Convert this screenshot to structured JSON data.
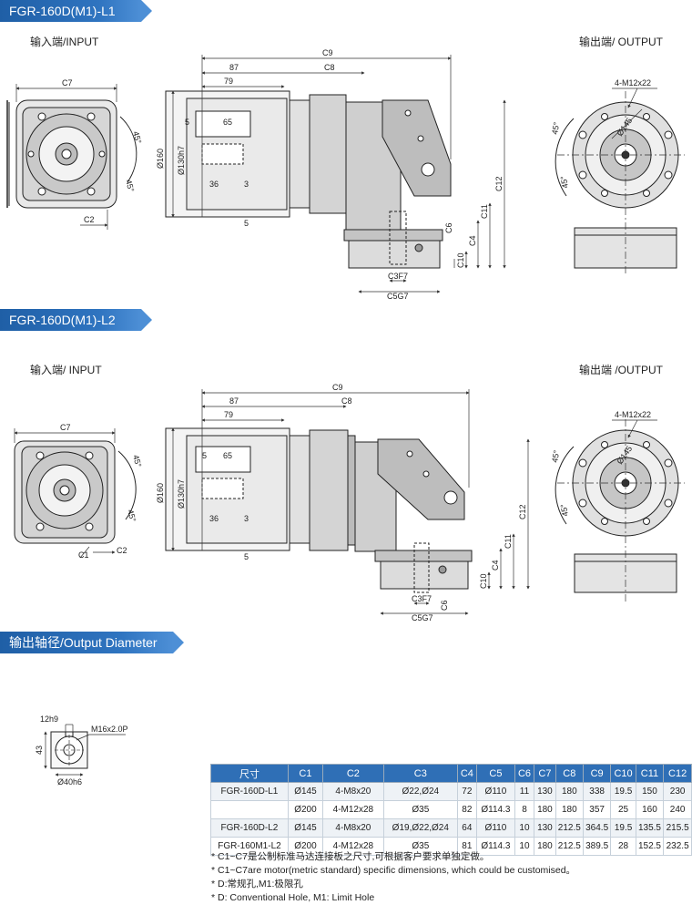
{
  "sections": {
    "l1_title": "FGR-160D(M1)-L1",
    "l2_title": "FGR-160D(M1)-L2",
    "output_diameter_title": "输出轴径/Output Diameter"
  },
  "l1": {
    "input_label": "输入端/INPUT",
    "output_label": "输出端/ OUTPUT"
  },
  "l2": {
    "input_label": "输入端/ INPUT",
    "output_label": "输出端 /OUTPUT"
  },
  "dims": {
    "c1": "C1",
    "c2": "C2",
    "c3": "C3",
    "c3f7": "C3F7",
    "c4": "C4",
    "c5g7": "C5G7",
    "c6": "C6",
    "c7": "C7",
    "c8": "C8",
    "c9": "C9",
    "c10": "C10",
    "c11": "C11",
    "c12": "C12",
    "d87": "87",
    "d79": "79",
    "d65": "65",
    "d5": "5",
    "d36": "36",
    "d3": "3",
    "d160": "Ø160",
    "d130": "Ø130h7",
    "deg45": "45°",
    "m12": "4-M12x22",
    "d145": "Ø145"
  },
  "shaft": {
    "key": "12h9",
    "thread": "M16x2.0P",
    "height": "43",
    "diameter": "Ø40h6"
  },
  "table": {
    "headers": [
      "尺寸",
      "C1",
      "C2",
      "C3",
      "C4",
      "C5",
      "C6",
      "C7",
      "C8",
      "C9",
      "C10",
      "C11",
      "C12"
    ],
    "rows": [
      [
        "FGR-160D-L1",
        "Ø145",
        "4-M8x20",
        "Ø22,Ø24",
        "72",
        "Ø110",
        "11",
        "130",
        "180",
        "338",
        "19.5",
        "150",
        "230"
      ],
      [
        "",
        "Ø200",
        "4-M12x28",
        "Ø35",
        "82",
        "Ø114.3",
        "8",
        "180",
        "180",
        "357",
        "25",
        "160",
        "240"
      ],
      [
        "FGR-160D-L2",
        "Ø145",
        "4-M8x20",
        "Ø19,Ø22,Ø24",
        "64",
        "Ø110",
        "10",
        "130",
        "212.5",
        "364.5",
        "19.5",
        "135.5",
        "215.5"
      ],
      [
        "FGR-160M1-L2",
        "Ø200",
        "4-M12x28",
        "Ø35",
        "81",
        "Ø114.3",
        "10",
        "180",
        "212.5",
        "389.5",
        "28",
        "152.5",
        "232.5"
      ]
    ]
  },
  "notes": [
    "* C1~C7是公制标准马达连接板之尺寸,可根据客户要求单独定做。",
    "* C1~C7are motor(metric standard)  specific dimensions, which could be customised。",
    "* D:常规孔,M1:极限孔",
    "* D: Conventional Hole, M1: Limit Hole"
  ]
}
